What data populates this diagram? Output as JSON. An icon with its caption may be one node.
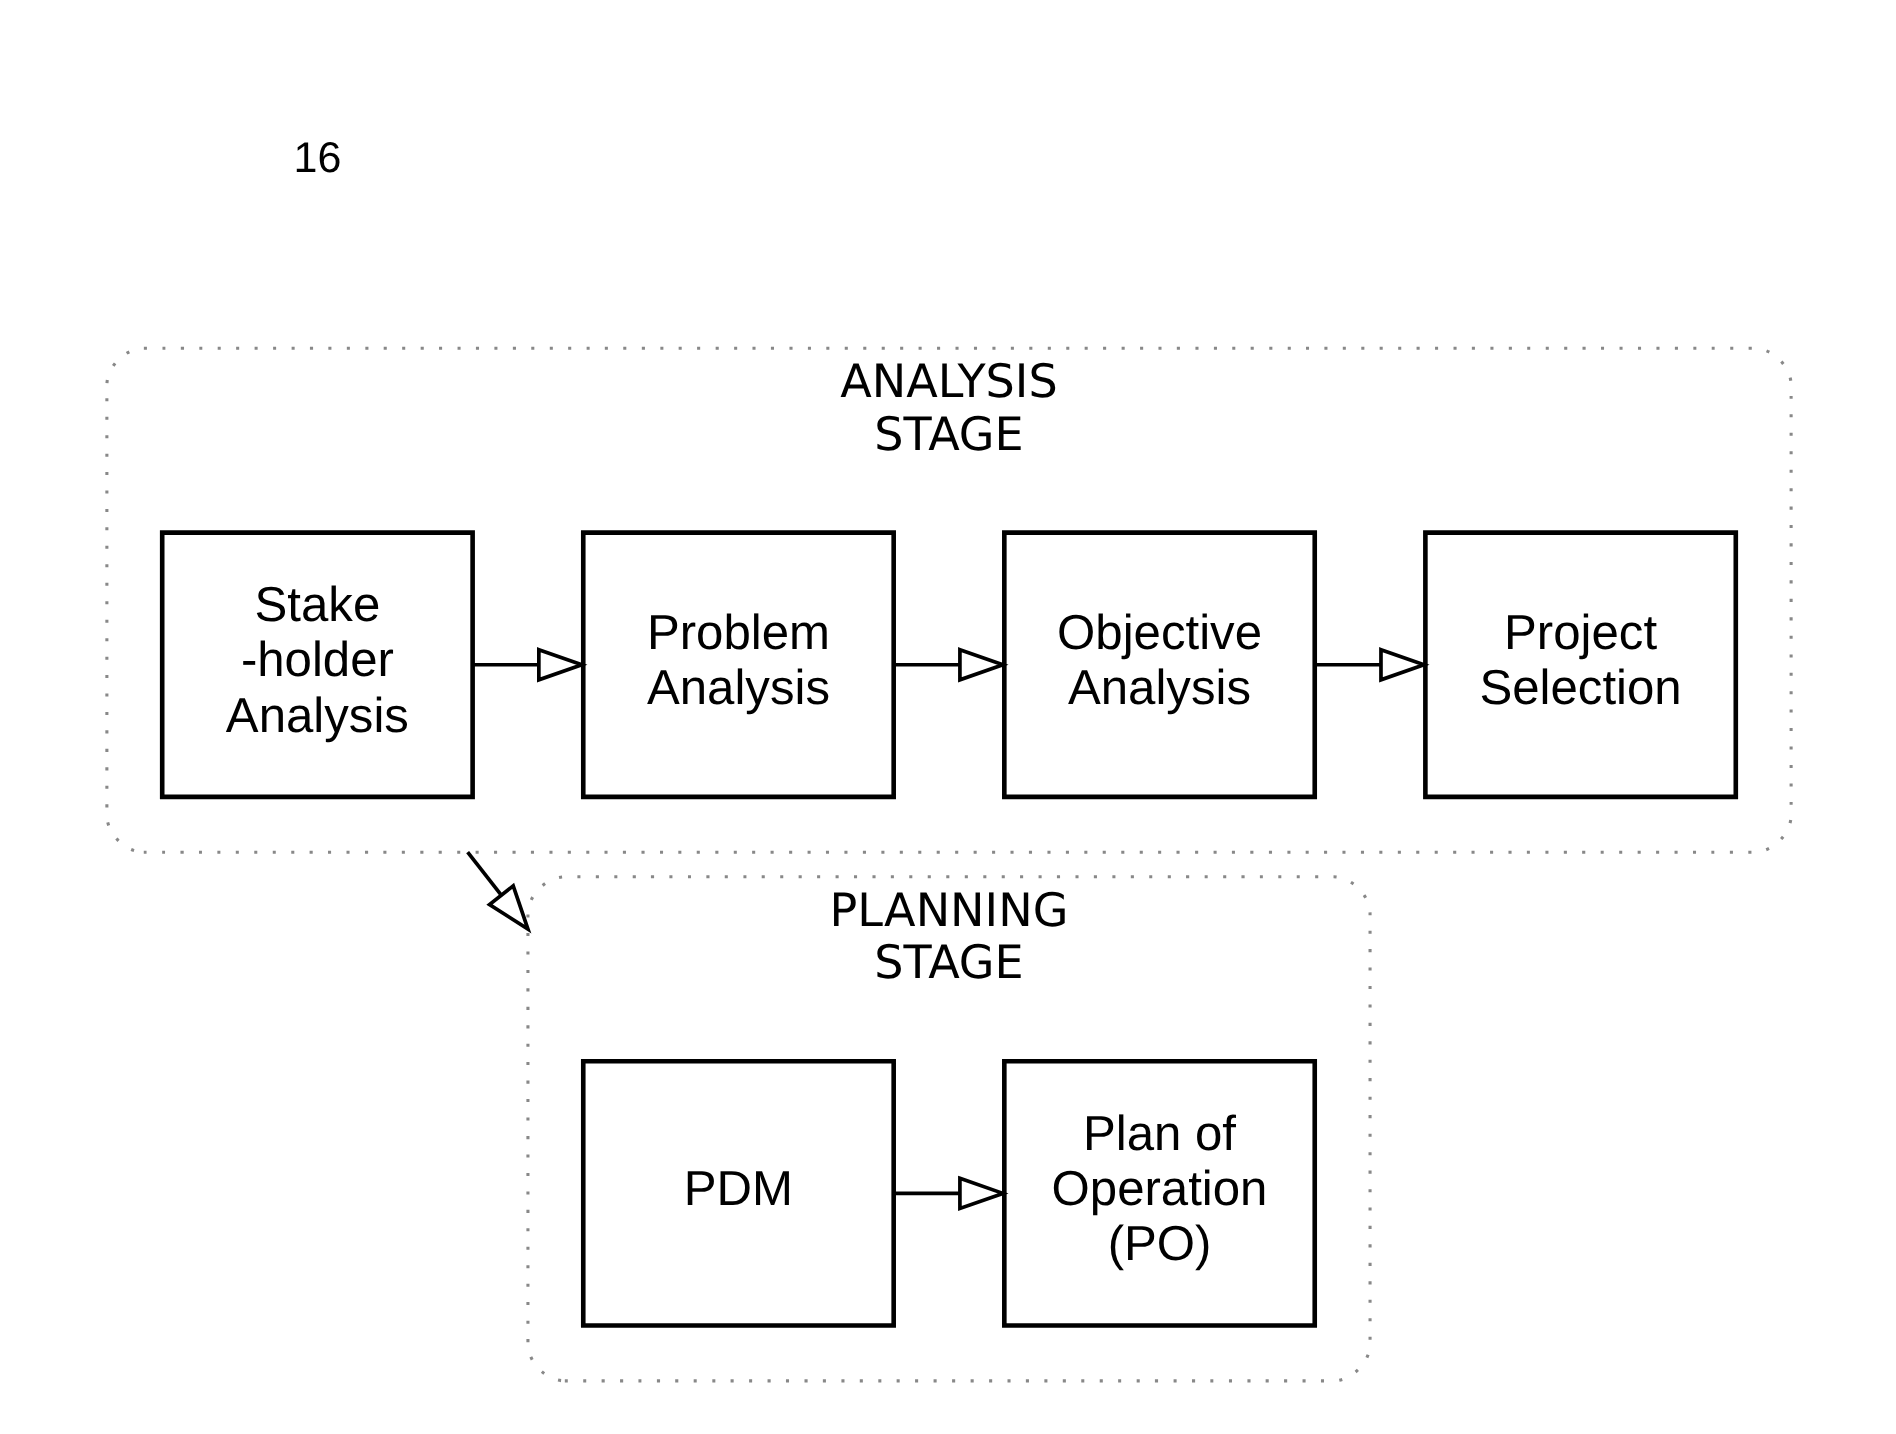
{
  "diagram": {
    "nodes": [
      {
        "text": [
          "ANALYSIS STAGE"
        ]
      },
      {
        "text": [
          "Stake -holder Analysis"
        ],
        "in": 0
      },
      {
        "text": [
          "Problem Analysis"
        ],
        "in": 0
      },
      {
        "text": [
          "Objective Analysis"
        ],
        "in": 0
      },
      {
        "text": [
          "Project Selection"
        ],
        "in": 0
      },
      {
        "text": [
          "PLANNING STAGE"
        ]
      },
      {
        "text": [
          "PDM"
        ],
        "in": 5
      },
      {
        "text": [
          "Plan of Operation (PO)"
        ],
        "in": 5
      }
    ],
    "edges": [
      {
        "from": 1,
        "to": 2,
        "arrow": "to"
      },
      {
        "from": 2,
        "to": 3,
        "arrow": "to"
      },
      {
        "from": 3,
        "to": 4,
        "arrow": "to"
      },
      {
        "from": 0,
        "to": 5,
        "arrow": "to"
      },
      {
        "from": 6,
        "to": 7,
        "arrow": "to"
      }
    ],
    "labels": [
      "16"
    ]
  }
}
